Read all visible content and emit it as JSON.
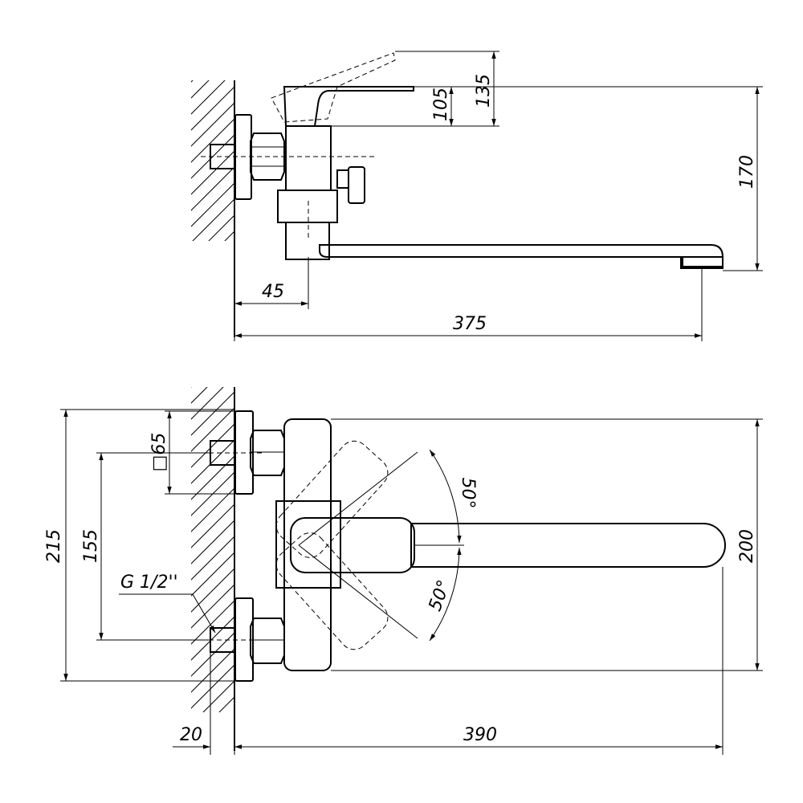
{
  "top_view": {
    "dims": {
      "d135": "135",
      "d105": "105",
      "d170": "170",
      "d45": "45",
      "d375": "375"
    }
  },
  "bottom_view": {
    "dims": {
      "d215": "215",
      "d155": "155",
      "square65": "□65",
      "thread": "G 1/2''",
      "angle_upper": "50°",
      "angle_lower": "50°",
      "d200": "200",
      "d20": "20",
      "d390": "390"
    }
  }
}
